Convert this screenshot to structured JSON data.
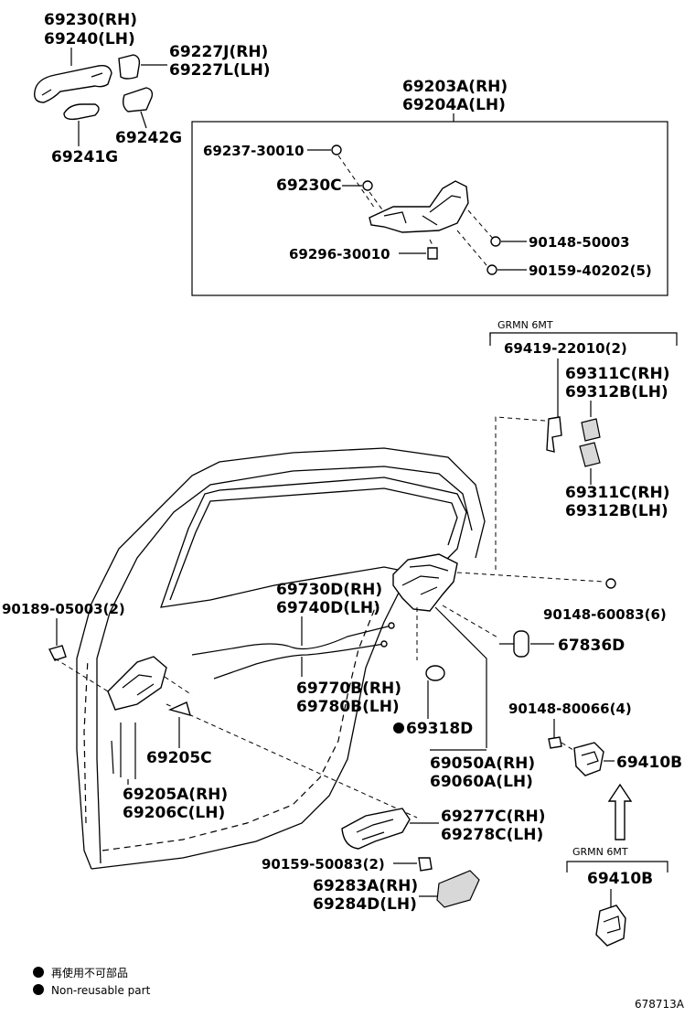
{
  "labels": {
    "p69230": "69230(RH)",
    "p69240": "69240(LH)",
    "p69227J": "69227J(RH)",
    "p69227L": "69227L(LH)",
    "p69242G": "69242G",
    "p69241G": "69241G",
    "p69203A": "69203A(RH)",
    "p69204A": "69204A(LH)",
    "p69237": "69237-30010",
    "p69230C": "69230C",
    "p69296": "69296-30010",
    "p90148_50003": "90148-50003",
    "p90159_40202": "90159-40202(5)",
    "grmn_top": "GRMN 6MT",
    "p69419": "69419-22010(2)",
    "p69311C_a": "69311C(RH)",
    "p69312B_a": "69312B(LH)",
    "p69311C_b": "69311C(RH)",
    "p69312B_b": "69312B(LH)",
    "p90189": "90189-05003(2)",
    "p69730D": "69730D(RH)",
    "p69740D": "69740D(LH)",
    "p90148_60083": "90148-60083(6)",
    "p67836D": "67836D",
    "p69770B": "69770B(RH)",
    "p69780B": "69780B(LH)",
    "p69318D": "69318D",
    "p90148_80066": "90148-80066(4)",
    "p69205C": "69205C",
    "p69410B_a": "69410B",
    "p69205A": "69205A(RH)",
    "p69206C": "69206C(LH)",
    "p69050A": "69050A(RH)",
    "p69060A": "69060A(LH)",
    "p69277C": "69277C(RH)",
    "p69278C": "69278C(LH)",
    "grmn_bottom": "GRMN 6MT",
    "p90159_50083": "90159-50083(2)",
    "p69410B_b": "69410B",
    "p69283A": "69283A(RH)",
    "p69284D": "69284D(LH)"
  },
  "legend": {
    "jp": "再使用不可部品",
    "en": "Non-reusable part"
  },
  "figure_id": "678713A"
}
